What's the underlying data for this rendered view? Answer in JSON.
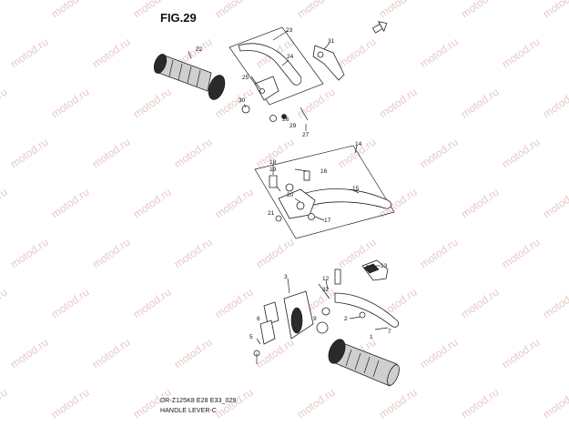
{
  "figure": {
    "title": "FIG.29",
    "model_code": "DR-Z125K8 E28 E33_029",
    "caption": "HANDLE LEVER-C"
  },
  "watermark": {
    "text": "motod.ru"
  },
  "callouts": {
    "c1": "1",
    "c2": "2",
    "c3": "3",
    "c5": "5",
    "c6": "6",
    "c7": "7",
    "c9": "9",
    "c12": "12",
    "c13": "13",
    "c14": "14",
    "c15": "15",
    "c16": "16",
    "c17": "17",
    "c18": "18",
    "c19": "19",
    "c20": "20",
    "c21": "21",
    "c22": "22",
    "c23": "23",
    "c24": "24",
    "c25": "25",
    "c26": "26",
    "c27": "27",
    "c29": "29",
    "c30": "30",
    "c31": "31",
    "c32": "32"
  },
  "icons": {
    "direction": "arrow-icon"
  }
}
